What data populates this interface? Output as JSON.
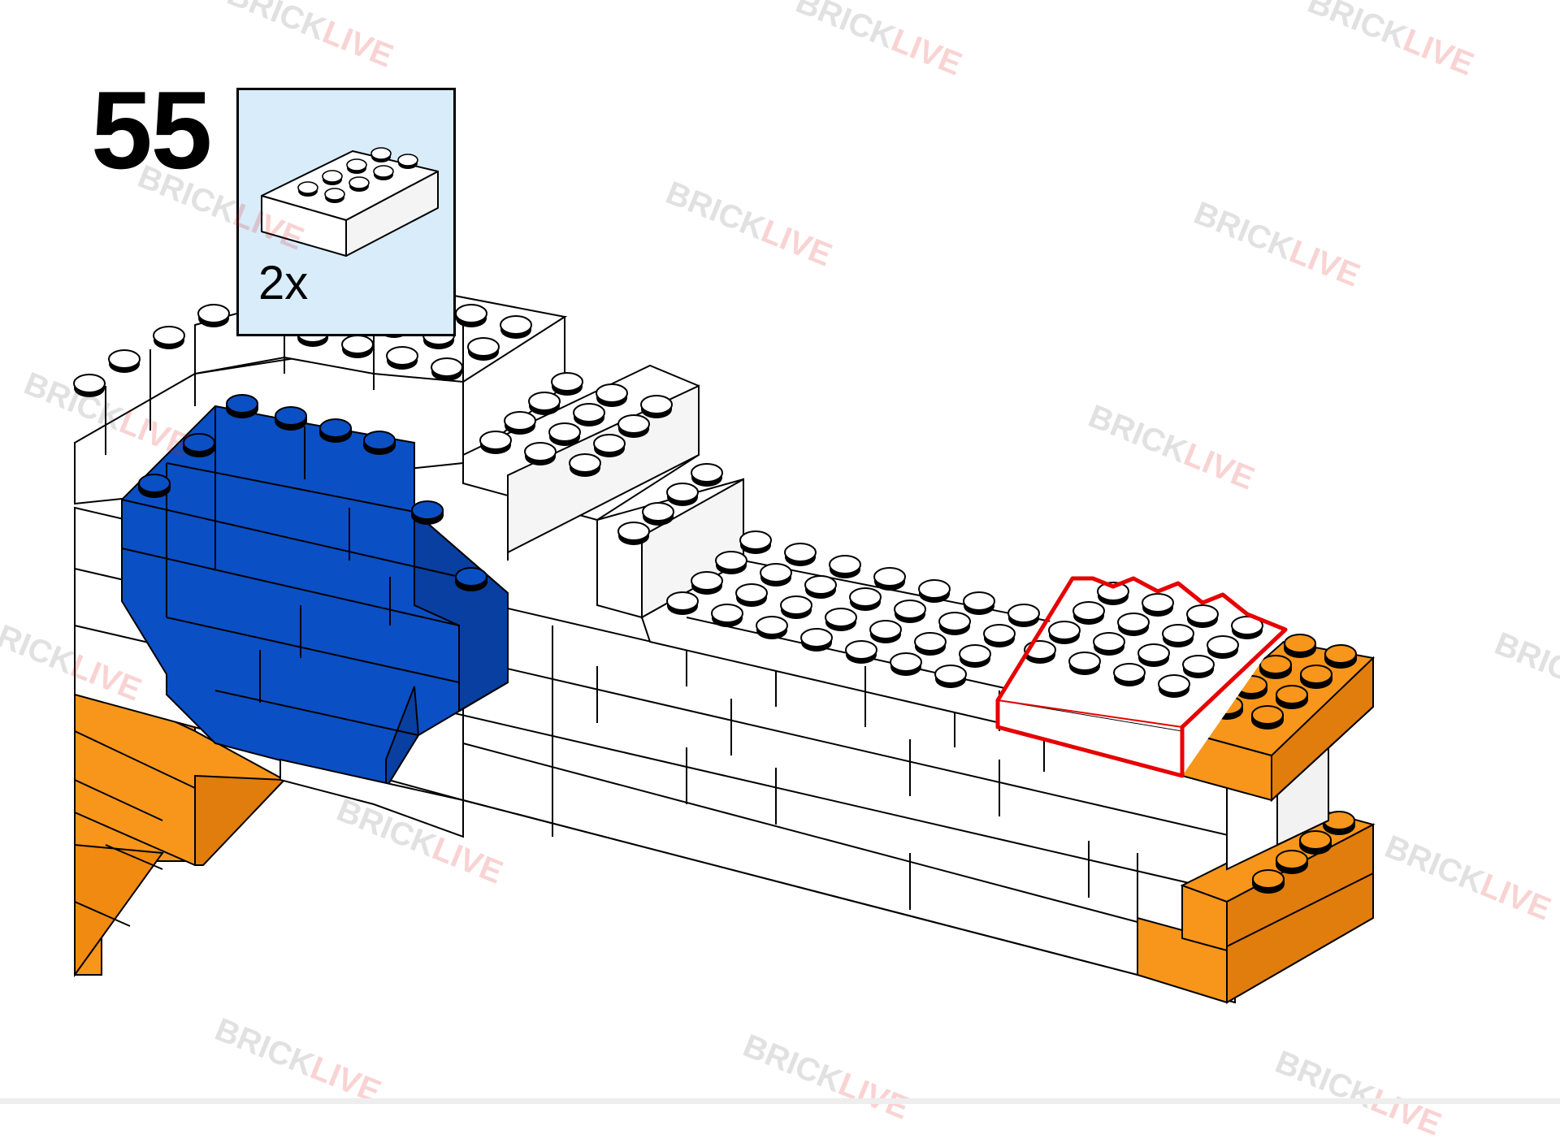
{
  "step": {
    "number": "55"
  },
  "parts": {
    "quantity": "2x",
    "brick": "2x4 brick",
    "brick_color": "#ffffff"
  },
  "watermark": {
    "part1": "BRICK",
    "part2": "LIVE"
  },
  "colors": {
    "white_brick": "#ffffff",
    "blue_brick": "#0b4fc4",
    "orange_brick": "#f7961b",
    "highlight": "#e60000",
    "callout_bg": "#d8ecfa",
    "outline": "#000000"
  }
}
